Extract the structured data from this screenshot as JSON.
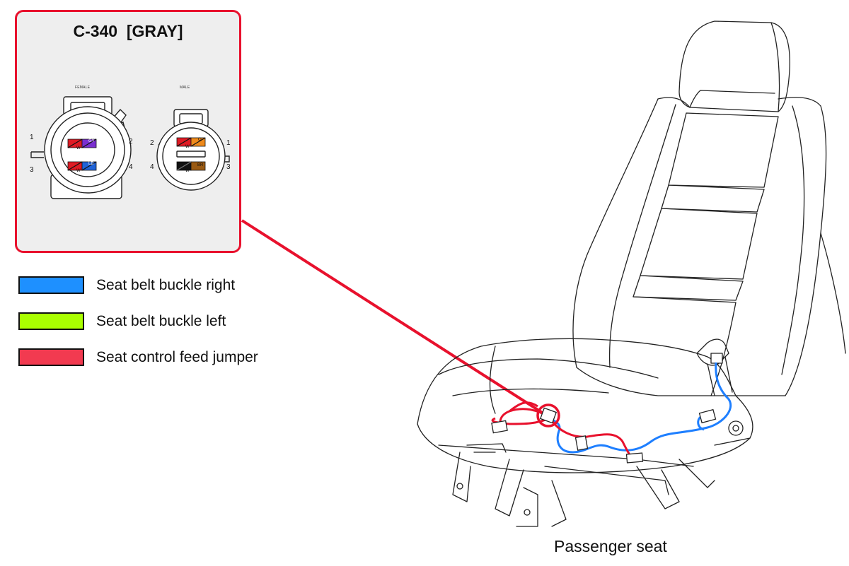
{
  "inset": {
    "title": "C-340  [GRAY]",
    "female_label": "FEMALE",
    "male_label": "MALE",
    "female_pins": [
      "1",
      "2",
      "3",
      "4"
    ],
    "male_pins": [
      "2",
      "1",
      "4",
      "3"
    ],
    "female_wires": [
      {
        "pos": "top",
        "left_code": "W",
        "right_code": "GY",
        "left_color": "#e01b24",
        "right_color": "#7a2fd0"
      },
      {
        "pos": "bottom",
        "left_code": "W",
        "right_code": "LB",
        "left_color": "#e01b24",
        "right_color": "#1f63d8"
      }
    ],
    "male_wires": [
      {
        "pos": "top",
        "left_code": "W",
        "right_code": "O",
        "left_color": "#e01b24",
        "right_color": "#ef8a1b"
      },
      {
        "pos": "bottom",
        "left_code": "W",
        "right_code": "BR",
        "left_color": "#111111",
        "right_color": "#9a5a12"
      }
    ],
    "border_color": "#e8112d"
  },
  "legend": [
    {
      "label": "Seat belt buckle right",
      "color": "#1e90ff"
    },
    {
      "label": "Seat belt buckle left",
      "color": "#aaff00"
    },
    {
      "label": "Seat control feed jumper",
      "color": "#f23a50"
    }
  ],
  "seat": {
    "caption": "Passenger seat",
    "harness_colors": {
      "blue": "#1e7fff",
      "red": "#e8112d"
    }
  }
}
